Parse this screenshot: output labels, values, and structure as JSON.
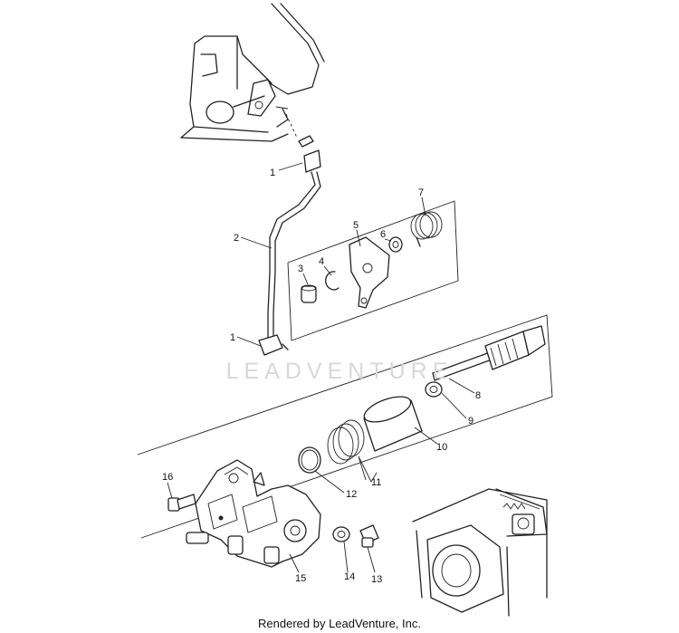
{
  "diagram": {
    "callouts": [
      {
        "id": "c1a",
        "text": "1"
      },
      {
        "id": "c2",
        "text": "2"
      },
      {
        "id": "c1b",
        "text": "1"
      },
      {
        "id": "c3",
        "text": "3"
      },
      {
        "id": "c4",
        "text": "4"
      },
      {
        "id": "c5",
        "text": "5"
      },
      {
        "id": "c6",
        "text": "6"
      },
      {
        "id": "c7",
        "text": "7"
      },
      {
        "id": "c8",
        "text": "8"
      },
      {
        "id": "c9",
        "text": "9"
      },
      {
        "id": "c10",
        "text": "10"
      },
      {
        "id": "c11",
        "text": "11"
      },
      {
        "id": "c12",
        "text": "12"
      },
      {
        "id": "c13",
        "text": "13"
      },
      {
        "id": "c14",
        "text": "14"
      },
      {
        "id": "c15",
        "text": "15"
      },
      {
        "id": "c16",
        "text": "16"
      }
    ]
  },
  "watermark": "LEADVENTURE",
  "footer": "Rendered by LeadVenture, Inc.",
  "colors": {
    "line": "#222222",
    "watermark": "#d8d8d8",
    "background": "#ffffff"
  }
}
